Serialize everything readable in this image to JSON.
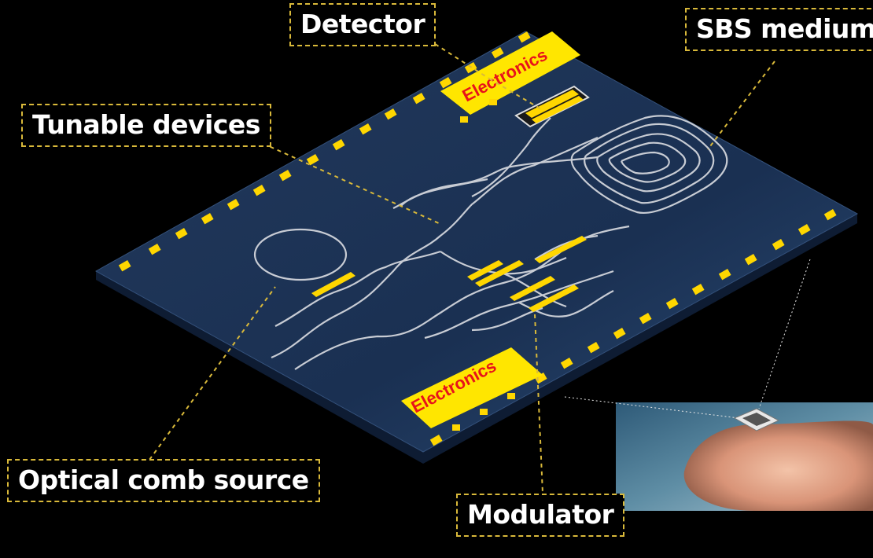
{
  "labels": {
    "detector": "Detector",
    "tunable_devices": "Tunable devices",
    "sbs_medium": "SBS medium",
    "optical_comb_source": "Optical comb source",
    "modulator": "Modulator"
  },
  "electronics": {
    "top": "Electronics",
    "bottom": "Electronics"
  },
  "colors": {
    "background": "#000000",
    "chip_surface": "#1d3457",
    "chip_edge": "#0e1c33",
    "pads": "#ffd700",
    "electronics_block": "#ffe600",
    "electronics_text": "#e8121a",
    "callout_border": "#d9b93a",
    "waveguide": "#c8ccd4"
  }
}
